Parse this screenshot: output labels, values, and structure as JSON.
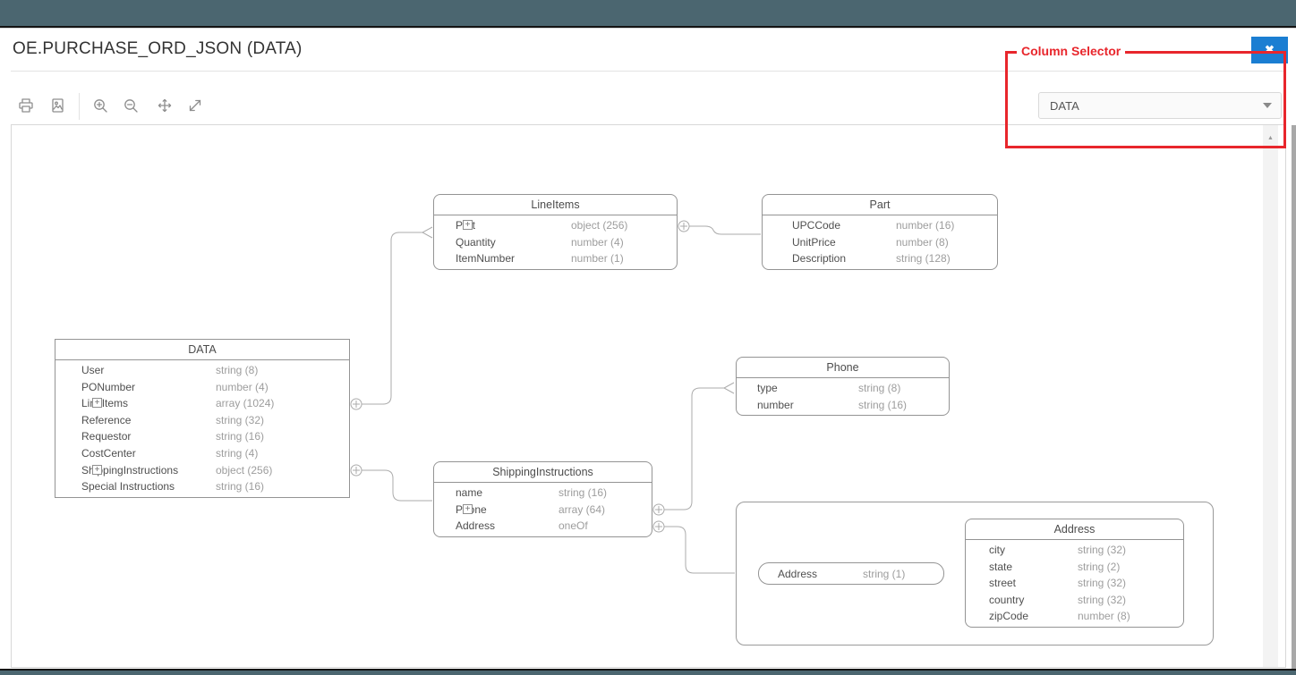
{
  "colors": {
    "topbar": "#4b6670",
    "annotation_red": "#e8262c",
    "close_button_blue": "#1b7ed2"
  },
  "header": {
    "title": "OE.PURCHASE_ORD_JSON (DATA)"
  },
  "toolbar": {
    "icons": [
      {
        "name": "print-icon"
      },
      {
        "name": "export-image-icon"
      },
      {
        "name": "zoom-in-icon"
      },
      {
        "name": "zoom-out-icon"
      },
      {
        "name": "pan-icon"
      },
      {
        "name": "expand-icon"
      }
    ]
  },
  "annotation": {
    "label": "Column Selector"
  },
  "close_button": {
    "icon": "close-x",
    "glyph": "✖"
  },
  "column_selector": {
    "value": "DATA",
    "caret_icon": "chevron-down"
  },
  "scrollbar": {
    "up_arrow": "▲"
  },
  "diagram": {
    "entities": {
      "data": {
        "title": "DATA",
        "rows": [
          {
            "name": "User",
            "type": "string (8)"
          },
          {
            "name": "PONumber",
            "type": "number (4)"
          },
          {
            "name": "LineItems",
            "type": "array (1024)",
            "expand": true
          },
          {
            "name": "Reference",
            "type": "string (32)"
          },
          {
            "name": "Requestor",
            "type": "string (16)"
          },
          {
            "name": "CostCenter",
            "type": "string (4)"
          },
          {
            "name": "ShippingInstructions",
            "type": "object (256)",
            "expand": true
          },
          {
            "name": "Special Instructions",
            "type": "string (16)"
          }
        ]
      },
      "line_items": {
        "title": "LineItems",
        "rows": [
          {
            "name": "Part",
            "type": "object (256)",
            "expand": true
          },
          {
            "name": "Quantity",
            "type": "number (4)"
          },
          {
            "name": "ItemNumber",
            "type": "number (1)"
          }
        ]
      },
      "part": {
        "title": "Part",
        "rows": [
          {
            "name": "UPCCode",
            "type": "number (16)"
          },
          {
            "name": "UnitPrice",
            "type": "number (8)"
          },
          {
            "name": "Description",
            "type": "string (128)"
          }
        ]
      },
      "phone": {
        "title": "Phone",
        "rows": [
          {
            "name": "type",
            "type": "string (8)"
          },
          {
            "name": "number",
            "type": "string (16)"
          }
        ]
      },
      "shipping_instructions": {
        "title": "ShippingInstructions",
        "rows": [
          {
            "name": "name",
            "type": "string (16)"
          },
          {
            "name": "Phone",
            "type": "array (64)",
            "expand": true
          },
          {
            "name": "Address",
            "type": "oneOf"
          }
        ]
      },
      "address": {
        "title": "Address",
        "rows": [
          {
            "name": "city",
            "type": "string (32)"
          },
          {
            "name": "state",
            "type": "string (2)"
          },
          {
            "name": "street",
            "type": "string (32)"
          },
          {
            "name": "country",
            "type": "string (32)"
          },
          {
            "name": "zipCode",
            "type": "number (8)"
          }
        ]
      }
    },
    "one_of_pill": {
      "name": "Address",
      "type": "string (1)"
    },
    "relations": [
      {
        "from": "DATA.LineItems",
        "to": "LineItems"
      },
      {
        "from": "DATA.ShippingInstructions",
        "to": "ShippingInstructions"
      },
      {
        "from": "LineItems.Part",
        "to": "Part"
      },
      {
        "from": "ShippingInstructions.Phone",
        "to": "Phone"
      },
      {
        "from": "ShippingInstructions.Address",
        "to": "Address oneOf group"
      }
    ]
  }
}
